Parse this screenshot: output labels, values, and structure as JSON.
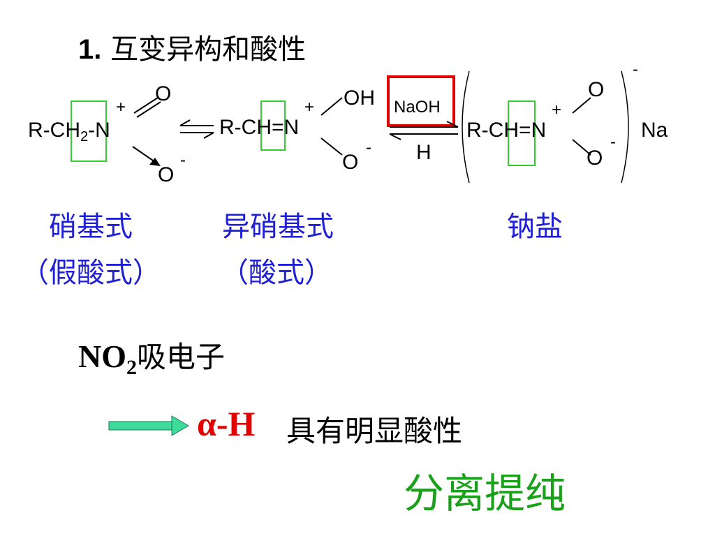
{
  "slide": {
    "title_num": "1.",
    "title_text": "互变异构和酸性",
    "scheme": {
      "left": {
        "r": "R-CH",
        "sub": "2",
        "dash": "-",
        "n": "N",
        "plus": "+",
        "o_top": "O",
        "o_bot": "O",
        "minus": "-"
      },
      "middle": {
        "rch": "R-CH",
        "eq": "=N",
        "plus": "+",
        "oh": "OH",
        "o_bot": "O",
        "minus": "-"
      },
      "reagent_top": "NaOH",
      "reagent_bot": "H",
      "right": {
        "rch": "R-CH",
        "eq": "=N",
        "plus": "+",
        "o_top": "O",
        "o_bot": "O",
        "minus": "-",
        "charge": "-",
        "na": "Na"
      }
    },
    "labels": {
      "nitro": "硝基式",
      "pseudo": "（假酸式）",
      "iso": "异硝基式",
      "acid": "（酸式）",
      "salt": "钠盐"
    },
    "no2": {
      "main": "NO",
      "sub": "2",
      "rest": "吸电子"
    },
    "alpha": {
      "sym": "α-H",
      "rest": "具有明显酸性"
    },
    "green_text": "分离提纯",
    "colors": {
      "blue": "#1f1fd6",
      "red": "#e00000",
      "green": "#1aa01a",
      "arrow": "#3ddc9a",
      "box": "#33cc33",
      "reagent_box": "#e00000"
    }
  }
}
